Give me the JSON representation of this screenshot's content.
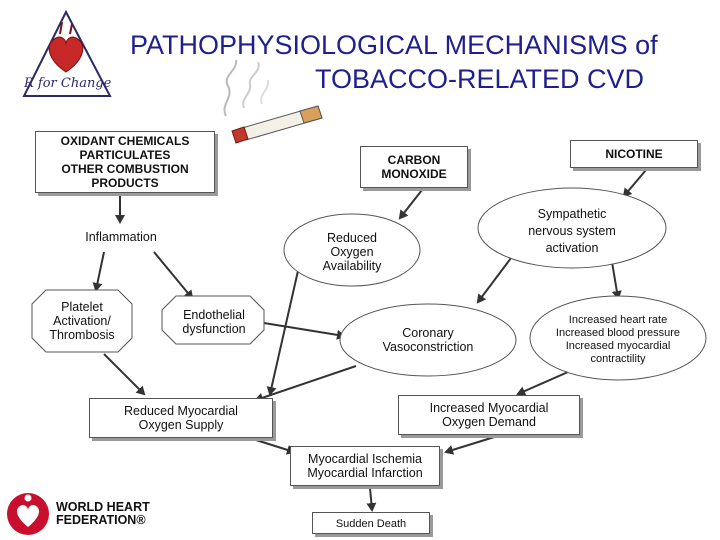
{
  "title": {
    "line1": "PATHOPHYSIOLOGICAL MECHANISMS of",
    "line2": "TOBACCO-RELATED CVD"
  },
  "logo_top": {
    "text": "R for Change",
    "icon": "heart-triangle-logo"
  },
  "logo_bottom": {
    "line1": "WORLD HEART",
    "line2": "FEDERATION®",
    "icon": "heart-figure-logo"
  },
  "nodes": {
    "oxidant": [
      "OXIDANT CHEMICALS",
      "PARTICULATES",
      "OTHER COMBUSTION",
      "PRODUCTS"
    ],
    "carbon_monoxide": [
      "CARBON",
      "MONOXIDE"
    ],
    "nicotine": [
      "NICOTINE"
    ],
    "inflammation": [
      "Inflammation"
    ],
    "reduced_oxygen": [
      "Reduced",
      "Oxygen",
      "Availability"
    ],
    "sympathetic": [
      "Sympathetic",
      "nervous system",
      "activation"
    ],
    "platelet": [
      "Platelet",
      "Activation/",
      "Thrombosis"
    ],
    "endothelial": [
      "Endothelial",
      "dysfunction"
    ],
    "coronary": [
      "Coronary",
      "Vasoconstriction"
    ],
    "increased_effects": [
      "Increased heart rate",
      "Increased blood pressure",
      "Increased myocardial",
      "contractility"
    ],
    "reduced_supply": [
      "Reduced Myocardial",
      "Oxygen Supply"
    ],
    "increased_demand": [
      "Increased Myocardial",
      "Oxygen Demand"
    ],
    "ischemia": [
      "Myocardial Ischemia",
      "Myocardial Infarction"
    ],
    "sudden_death": [
      "Sudden Death"
    ]
  },
  "colors": {
    "title": "#1f1f8f",
    "whf_red": "#c8102e",
    "cigarette_tip": "#c0392b",
    "box_border": "#555555"
  }
}
